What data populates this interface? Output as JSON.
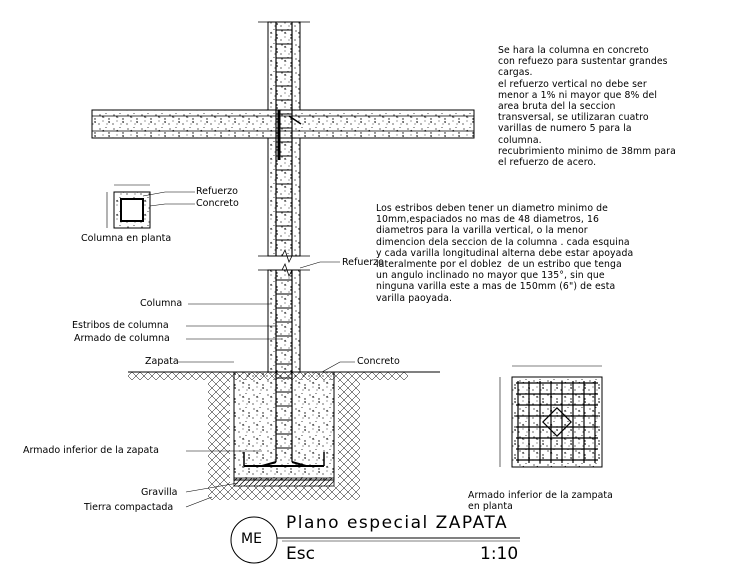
{
  "notes": {
    "column_note": "Se hara la columna en concreto\ncon refuezo para sustentar grandes\ncargas.\nel refuerzo vertical no debe ser\nmenor a 1% ni mayor que 8% del\narea bruta del la seccion\ntransversal, se utilizaran cuatro\nvarillas de numero 5 para la\ncolumna.\nrecubrimiento minimo de 38mm para\nel refuerzo de acero.",
    "stirrup_note": "Los estribos deben tener un diametro minimo de\n10mm,espaciados no mas de 48 diametros, 16\ndiametros para la varilla vertical, o la menor\ndimencion dela seccion de la columna . cada esquina\ny cada varilla longitudinal alterna debe estar apoyada\nlateralmente por el doblez  de un estribo que tenga\nun angulo inclinado no mayor que 135°, sin que\nninguna varilla este a mas de 150mm (6\") de esta\nvarilla paoyada."
  },
  "plan_column": {
    "label_refuerzo": "Refuerzo",
    "label_concreto": "Concreto",
    "caption": "Columna en planta"
  },
  "section_labels": {
    "refuerzo": "Refuerzo",
    "columna": "Columna",
    "estribos": "Estribos de columna",
    "armado_columna": "Armado de columna",
    "zapata": "Zapata",
    "concreto": "Concreto",
    "armado_inferior": "Armado inferior de la zapata",
    "gravilla": "Gravilla",
    "tierra": "Tierra compactada"
  },
  "footing_plan": {
    "caption": "Armado inferior de la zampata\nen planta"
  },
  "title_block": {
    "badge": "ME",
    "title": "Plano especial ZAPATA",
    "scale_label": "Esc",
    "scale_value": "1:10"
  },
  "colors": {
    "line": "#000000",
    "background": "#ffffff"
  }
}
